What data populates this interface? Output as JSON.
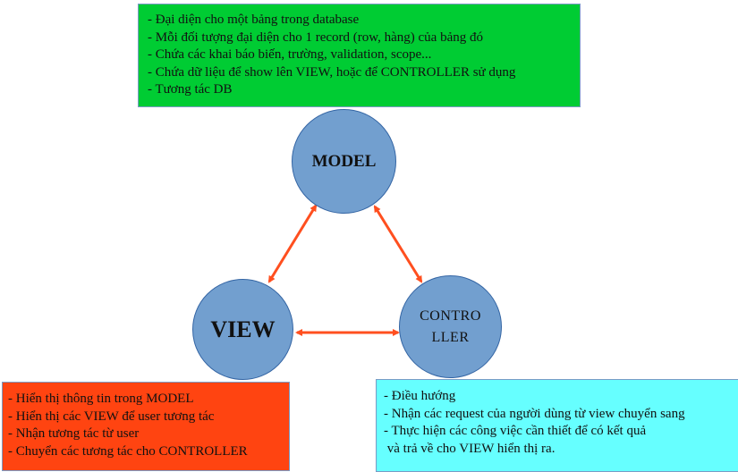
{
  "colors": {
    "model_box": "#00cc33",
    "view_box": "#ff4411",
    "controller_box": "#66ffff",
    "node": "#729fcf",
    "arrow": "#ff4f1f"
  },
  "nodes": {
    "model": "MODEL",
    "view": "VIEW",
    "controller_line1": "CONTRO",
    "controller_line2": "LLER"
  },
  "model_notes": [
    "- Đại diện cho một bảng trong database",
    "- Mỗi đối tượng đại diện cho 1 record (row, hàng) của bảng đó",
    "- Chứa các khai báo biến, trường, validation, scope...",
    "- Chứa dữ liệu để show lên VIEW, hoặc để CONTROLLER sử dụng",
    "- Tương tác DB"
  ],
  "view_notes": [
    "- Hiển thị thông tin trong MODEL",
    "- Hiển thị các VIEW để user tương tác",
    "- Nhận tương tác từ user",
    "- Chuyển các tương tác cho CONTROLLER"
  ],
  "controller_notes": [
    "- Điều hướng",
    "- Nhận các request của người dùng từ view chuyển sang",
    "- Thực hiện các công việc cần thiết để có kết quả",
    " và trả về cho VIEW hiển thị ra."
  ]
}
